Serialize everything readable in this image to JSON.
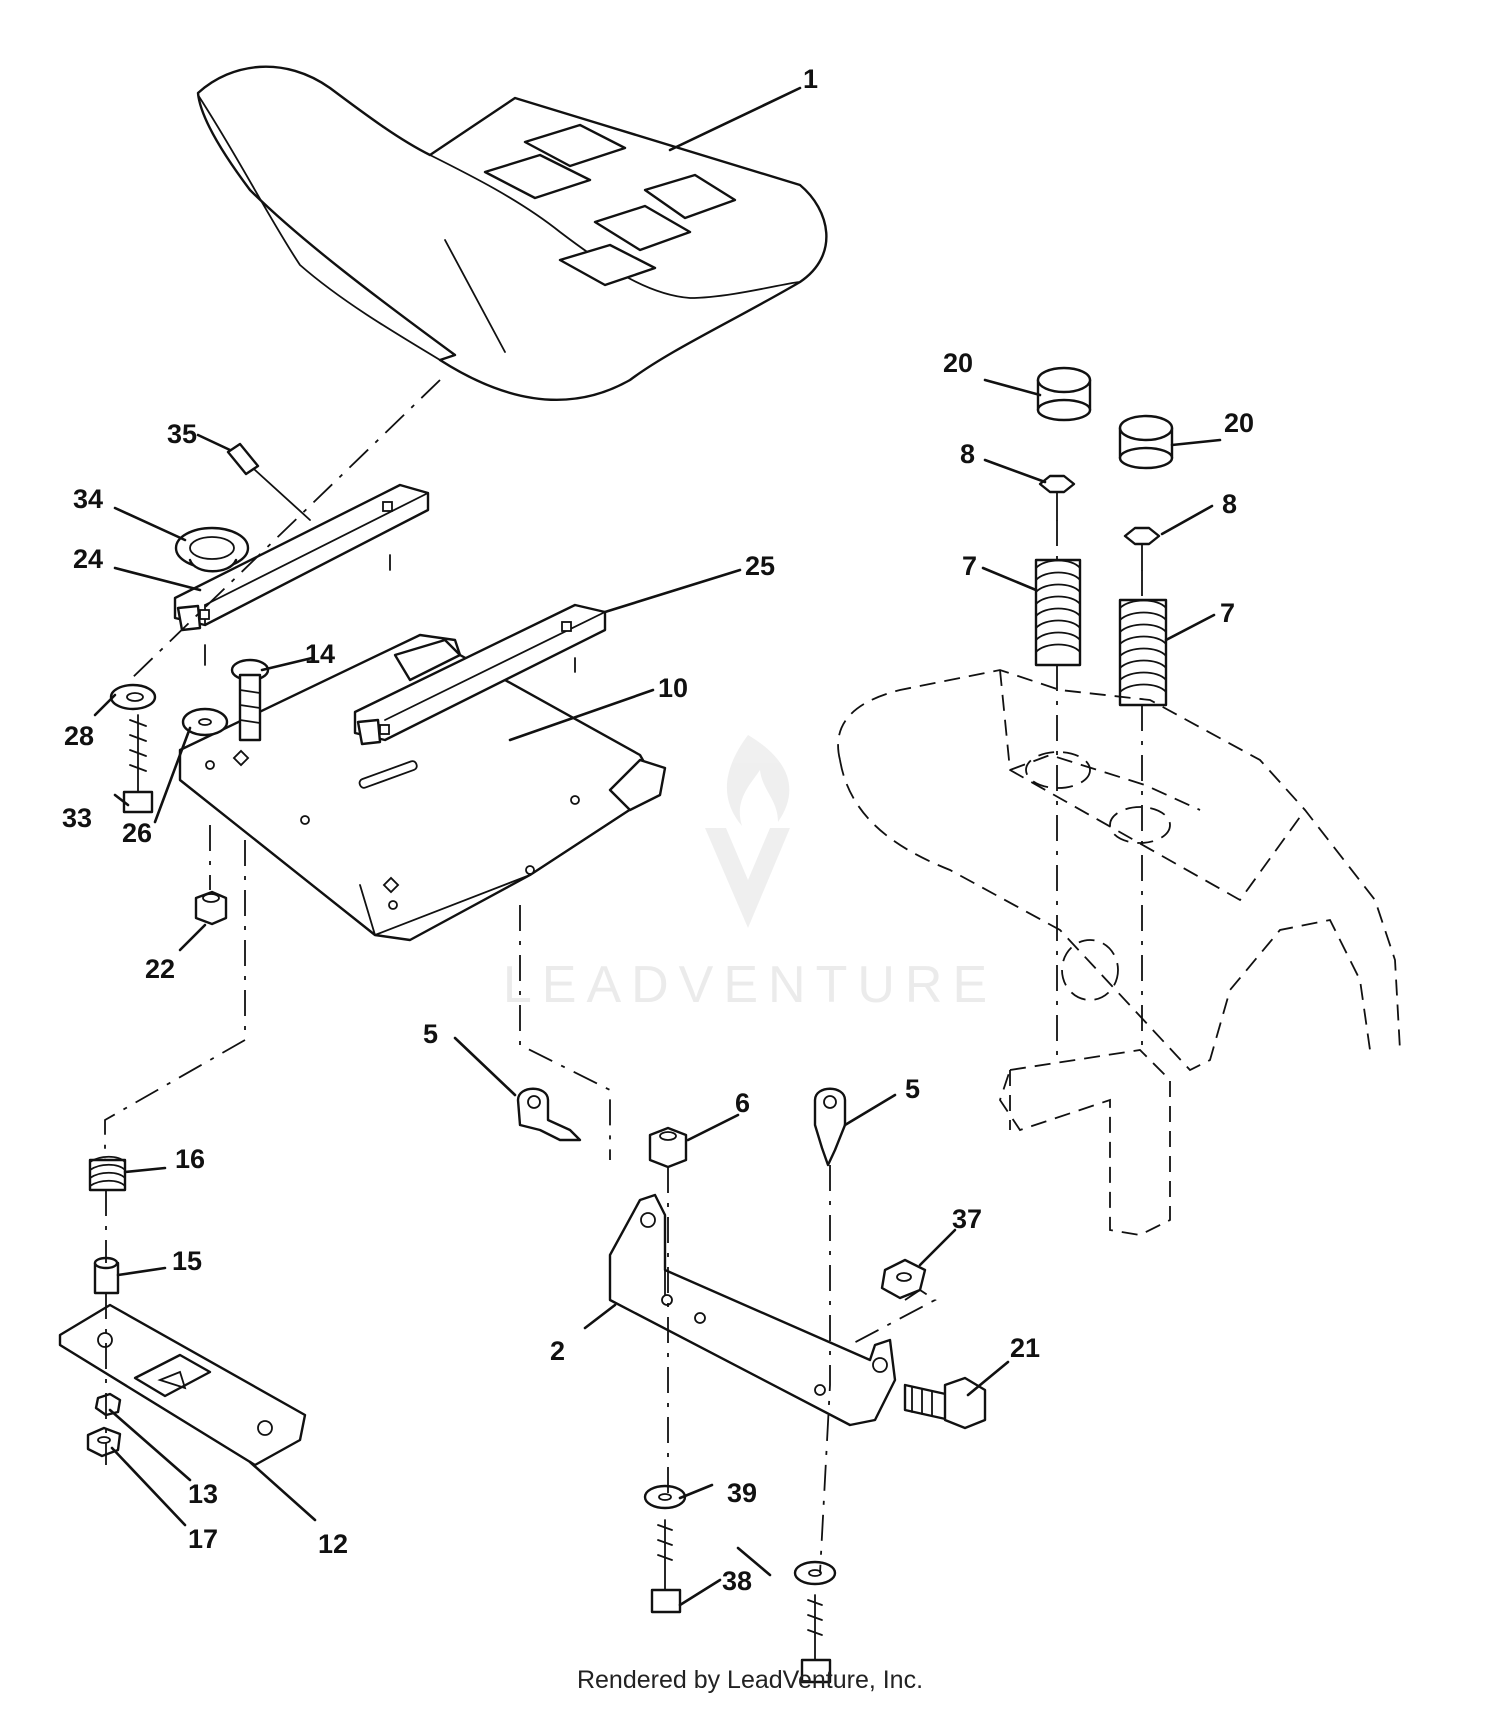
{
  "diagram": {
    "callouts": [
      {
        "label": "1"
      },
      {
        "label": "20"
      },
      {
        "label": "20"
      },
      {
        "label": "35"
      },
      {
        "label": "8"
      },
      {
        "label": "8"
      },
      {
        "label": "34"
      },
      {
        "label": "24"
      },
      {
        "label": "25"
      },
      {
        "label": "7"
      },
      {
        "label": "7"
      },
      {
        "label": "14"
      },
      {
        "label": "10"
      },
      {
        "label": "28"
      },
      {
        "label": "33"
      },
      {
        "label": "26"
      },
      {
        "label": "22"
      },
      {
        "label": "5"
      },
      {
        "label": "5"
      },
      {
        "label": "6"
      },
      {
        "label": "16"
      },
      {
        "label": "37"
      },
      {
        "label": "15"
      },
      {
        "label": "21"
      },
      {
        "label": "2"
      },
      {
        "label": "13"
      },
      {
        "label": "39"
      },
      {
        "label": "17"
      },
      {
        "label": "12"
      },
      {
        "label": "38"
      }
    ]
  },
  "watermark": {
    "text": "LEADVENTURE"
  },
  "footer": {
    "text": "Rendered by LeadVenture, Inc."
  }
}
